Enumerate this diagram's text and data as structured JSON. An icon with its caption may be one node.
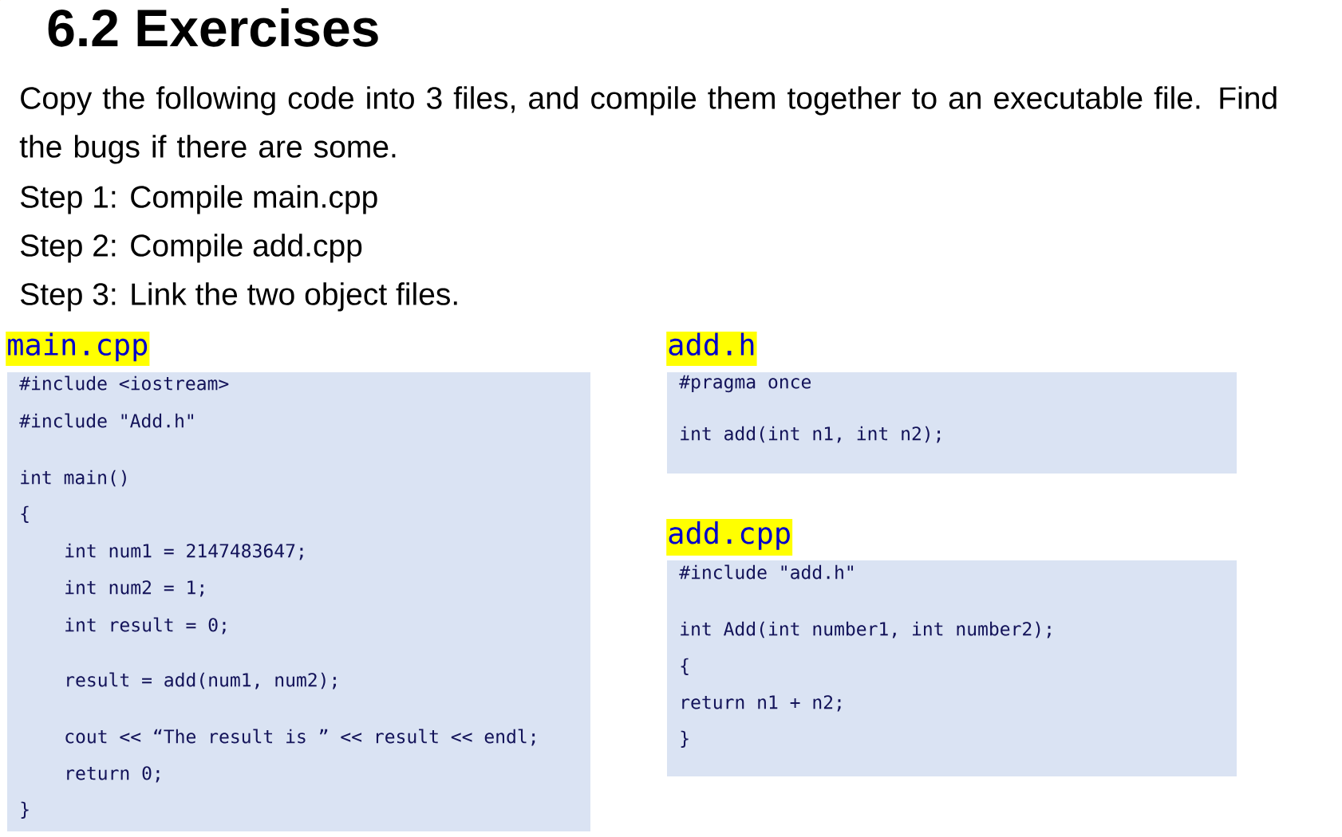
{
  "diagram": {
    "title": "6.2 Exercises",
    "nodes": [
      {
        "text": [
          "main.cpp",
          "#include <iostream>",
          "#include \"Add.h\"",
          "int main()",
          "{",
          "int num1 =  2147483647;",
          "int num2 =  1;",
          "int result =  0;",
          "result = add(num1, num2);",
          "cout << “The result is ” << result << endl;",
          "return 0;",
          "}"
        ]
      },
      {
        "text": [
          "add.h",
          "#pragma once",
          "int add(int n1, int n2);"
        ]
      },
      {
        "text": [
          "add.cpp",
          "#include \"add.h\"",
          "int Add(int number1, int number2);",
          "{",
          "return n1 + n2;",
          "}"
        ]
      }
    ],
    "labels": [
      "Copy the following code into 3 files, and compile them together to an executable file. Find the bugs if there are some.",
      "Step 1: Compile main.cpp",
      "Step 2: Compile add.cpp",
      "Step 3: Link the two object files."
    ]
  }
}
